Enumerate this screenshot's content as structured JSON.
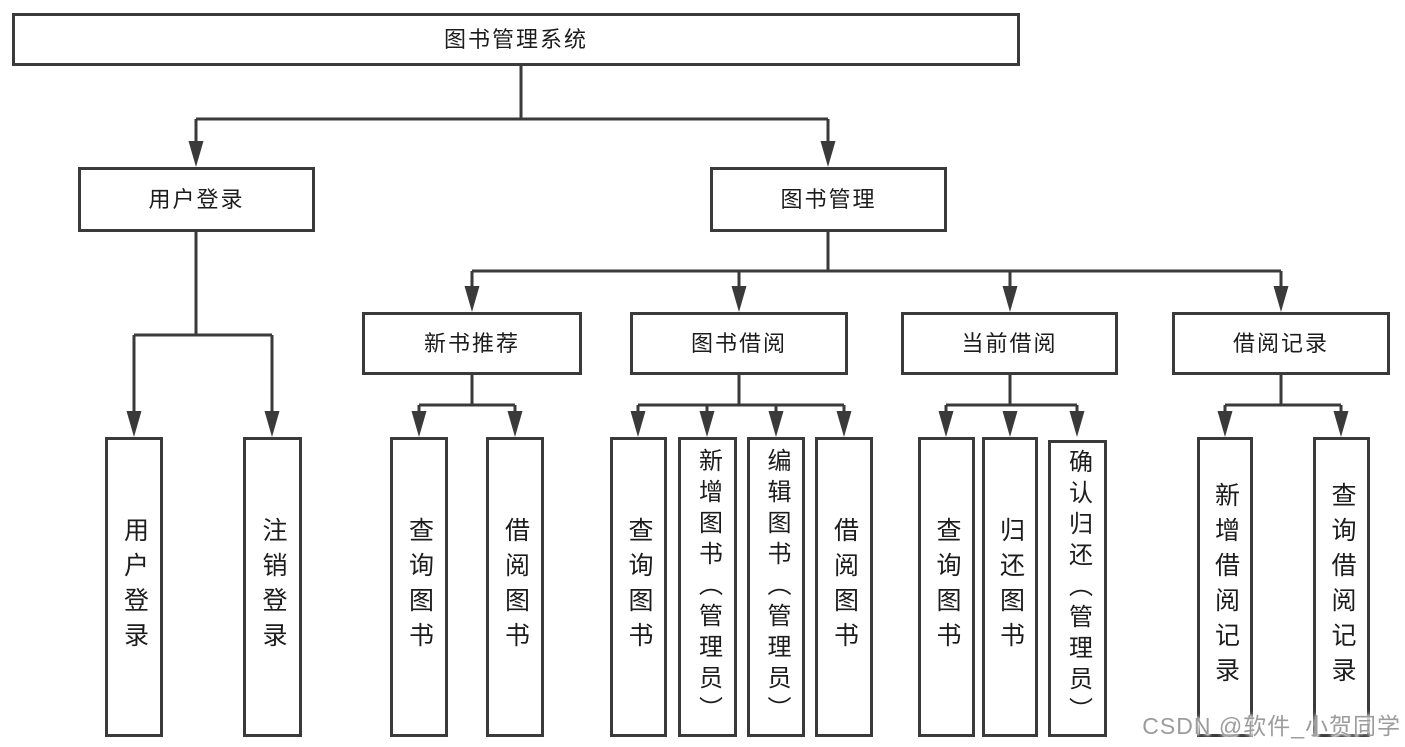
{
  "colors": {
    "background": "#ffffff",
    "line": "#3a3a3a",
    "text": "#1c1c1c",
    "watermark": "#9c9c9c"
  },
  "tree": {
    "root": "图书管理系统",
    "children": [
      {
        "label": "用户登录",
        "children": [
          {
            "label": "用户登录"
          },
          {
            "label": "注销登录"
          }
        ]
      },
      {
        "label": "图书管理",
        "children": [
          {
            "label": "新书推荐",
            "children": [
              {
                "label": "查询图书"
              },
              {
                "label": "借阅图书"
              }
            ]
          },
          {
            "label": "图书借阅",
            "children": [
              {
                "label": "查询图书"
              },
              {
                "label": "新增图书（管理员）"
              },
              {
                "label": "编辑图书（管理员）"
              },
              {
                "label": "借阅图书"
              }
            ]
          },
          {
            "label": "当前借阅",
            "children": [
              {
                "label": "查询图书"
              },
              {
                "label": "归还图书"
              },
              {
                "label": "确认归还（管理员）"
              }
            ]
          },
          {
            "label": "借阅记录",
            "children": [
              {
                "label": "新增借阅记录"
              },
              {
                "label": "查询借阅记录"
              }
            ]
          }
        ]
      }
    ]
  },
  "watermark": {
    "text": "CSDN @软件_小贺同学"
  }
}
